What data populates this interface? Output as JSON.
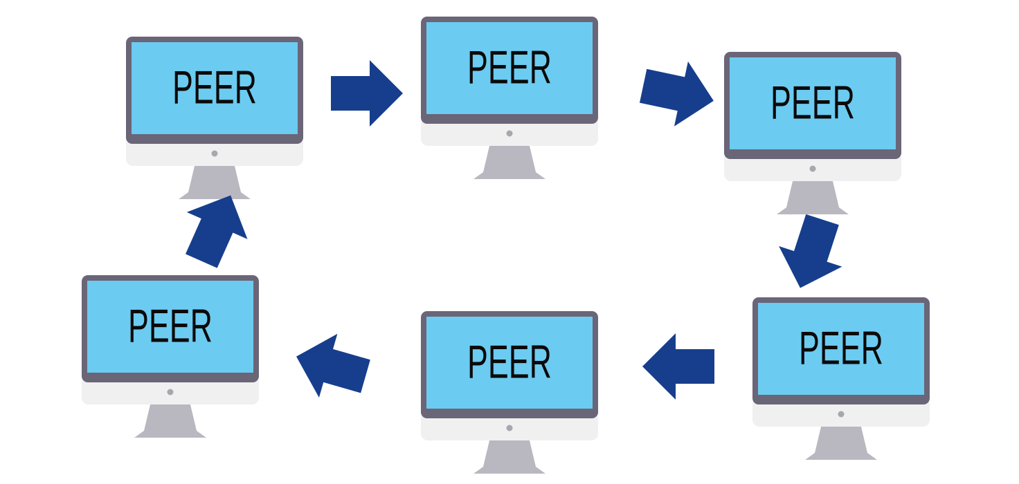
{
  "colors": {
    "screen": "#6ccbf1",
    "bezel": "#6a6577",
    "chin": "#f0f0f1",
    "chin_dot": "#a7a7ad",
    "stand": "#b9b8c0",
    "arrow": "#173e8d",
    "label": "#0a0a0a"
  },
  "peers": [
    {
      "id": "peer-1",
      "label": "PEER"
    },
    {
      "id": "peer-2",
      "label": "PEER"
    },
    {
      "id": "peer-3",
      "label": "PEER"
    },
    {
      "id": "peer-4",
      "label": "PEER"
    },
    {
      "id": "peer-5",
      "label": "PEER"
    },
    {
      "id": "peer-6",
      "label": "PEER"
    }
  ],
  "connections": [
    {
      "from": "peer-1",
      "to": "peer-2"
    },
    {
      "from": "peer-2",
      "to": "peer-3"
    },
    {
      "from": "peer-3",
      "to": "peer-4"
    },
    {
      "from": "peer-4",
      "to": "peer-5"
    },
    {
      "from": "peer-5",
      "to": "peer-6"
    },
    {
      "from": "peer-6",
      "to": "peer-1"
    }
  ]
}
